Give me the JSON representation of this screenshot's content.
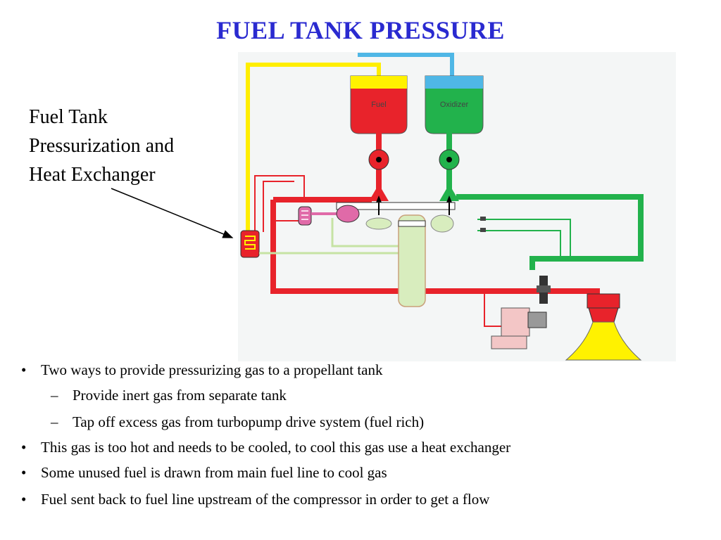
{
  "slide": {
    "title": "FUEL TANK PRESSURE",
    "callout_lines": [
      "Fuel Tank",
      "Pressurization and",
      "Heat Exchanger"
    ]
  },
  "diagram": {
    "labels": {
      "fuel_tank": "Fuel",
      "oxidizer_tank": "Oxidizer"
    },
    "colors": {
      "fuel": "#e8232b",
      "oxidizer": "#22b24c",
      "pressurant_fuel": "#ffee00",
      "pressurant_oxidizer": "#4fb7e6",
      "turbine_gas": "#c6e3a4",
      "hot_gas": "#e06aa8",
      "nozzle": "#fff200"
    }
  },
  "bullets": [
    {
      "level": 1,
      "marker": "•",
      "text": "Two ways to provide pressurizing gas to a propellant tank"
    },
    {
      "level": 2,
      "marker": "–",
      "text": "Provide inert gas from separate tank"
    },
    {
      "level": 2,
      "marker": "–",
      "text": "Tap off excess gas from turbopump drive system (fuel rich)"
    },
    {
      "level": 1,
      "marker": "•",
      "text": "This gas is too hot and needs to be cooled, to cool this gas use a heat exchanger"
    },
    {
      "level": 1,
      "marker": "•",
      "text": "Some unused fuel is drawn from main fuel line to cool gas"
    },
    {
      "level": 1,
      "marker": "•",
      "text": "Fuel sent back to fuel line upstream of the compressor in order to get a flow"
    }
  ]
}
